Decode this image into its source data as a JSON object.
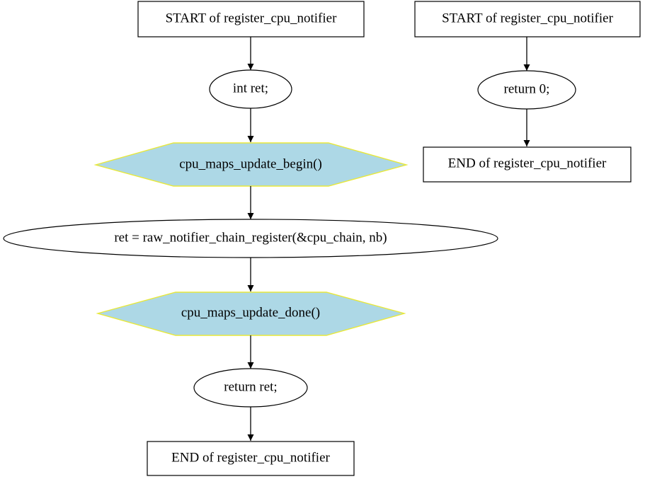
{
  "flowchart_left": {
    "start_label": "START of register_cpu_notifier",
    "decl_label": "int ret;",
    "begin_call_label": "cpu_maps_update_begin()",
    "register_label": "ret = raw_notifier_chain_register(&cpu_chain, nb)",
    "done_call_label": "cpu_maps_update_done()",
    "return_label": "return ret;",
    "end_label": "END of register_cpu_notifier"
  },
  "flowchart_right": {
    "start_label": "START of register_cpu_notifier",
    "return_label": "return 0;",
    "end_label": "END of register_cpu_notifier"
  },
  "colors": {
    "call_fill": "#add8e6",
    "call_stroke": "#e8e83a",
    "line": "#000000"
  }
}
